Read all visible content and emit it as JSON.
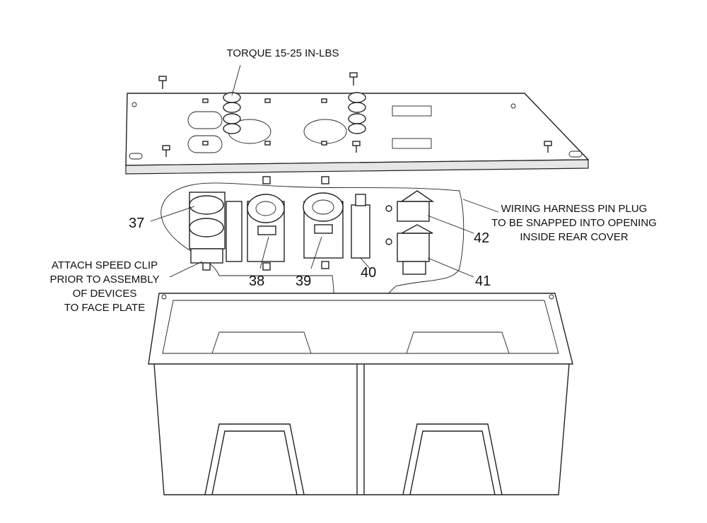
{
  "notes": {
    "torque": "TORQUE 15-25 IN-LBS",
    "speed_clip": [
      "ATTACH SPEED CLIP",
      "PRIOR TO ASSEMBLY",
      "OF DEVICES",
      "TO FACE PLATE"
    ],
    "harness": [
      "WIRING HARNESS PIN PLUG",
      "TO BE SNAPPED INTO OPENING",
      "INSIDE REAR COVER"
    ]
  },
  "callouts": [
    "37",
    "38",
    "39",
    "40",
    "41",
    "42"
  ]
}
